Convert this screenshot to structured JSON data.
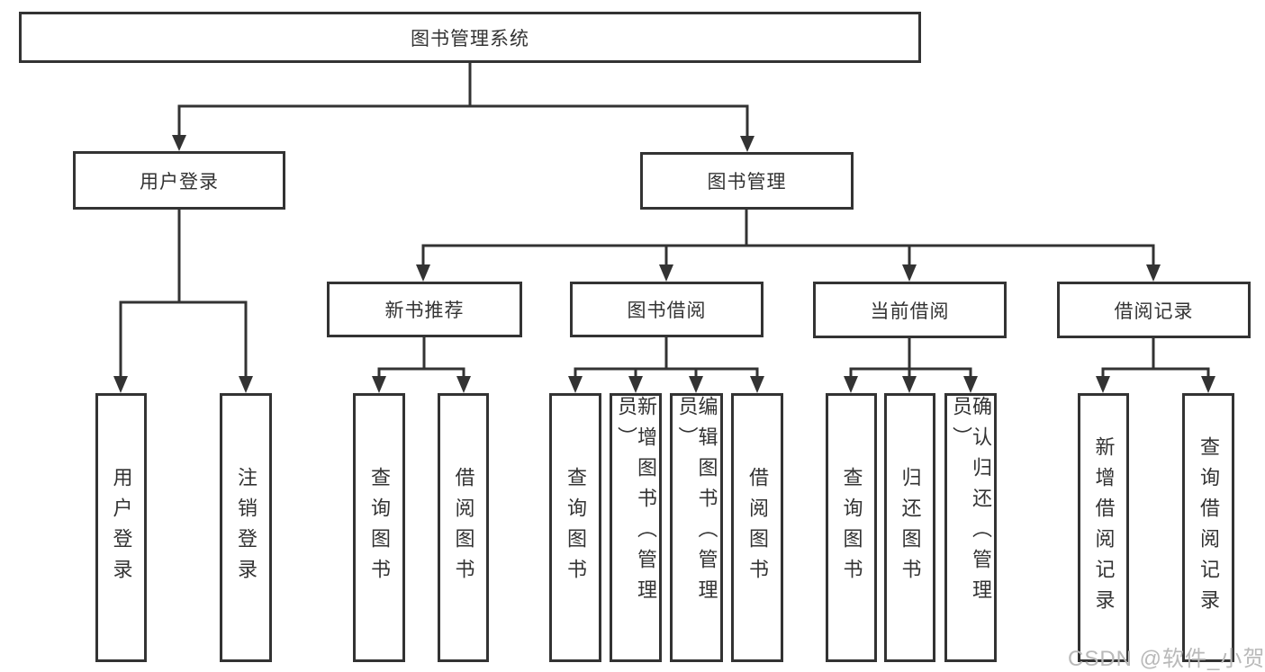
{
  "diagram": {
    "watermark": "CSDN @软件_小贺同学",
    "colors": {
      "line": "#333333",
      "box_border": "#333333",
      "text": "#333333",
      "watermark": "#b9b9b9",
      "background": "#ffffff"
    },
    "nodes": {
      "root": {
        "label": "图书管理系统"
      },
      "user_login": {
        "label": "用户登录"
      },
      "book_mgmt": {
        "label": "图书管理"
      },
      "new_books": {
        "label": "新书推荐"
      },
      "book_borrow": {
        "label": "图书借阅"
      },
      "current_borrow": {
        "label": "当前借阅"
      },
      "borrow_records": {
        "label": "借阅记录"
      },
      "leaf_user_login": {
        "label": "用户登录"
      },
      "leaf_logout": {
        "label": "注销登录"
      },
      "leaf_nb_query": {
        "label": "查询图书"
      },
      "leaf_nb_borrow": {
        "label": "借阅图书"
      },
      "leaf_bb_query": {
        "label": "查询图书"
      },
      "leaf_bb_add": {
        "label": "新增图书（管理员）"
      },
      "leaf_bb_edit": {
        "label": "编辑图书（管理员）"
      },
      "leaf_bb_borrow": {
        "label": "借阅图书"
      },
      "leaf_cb_query": {
        "label": "查询图书"
      },
      "leaf_cb_return": {
        "label": "归还图书"
      },
      "leaf_cb_confirm": {
        "label": "确认归还（管理员）"
      },
      "leaf_br_add": {
        "label": "新增借阅记录"
      },
      "leaf_br_query": {
        "label": "查询借阅记录"
      }
    },
    "hierarchy_note": "图书管理系统 → 用户登录(用户登录/注销登录), 图书管理 → 新书推荐(查询图书/借阅图书), 图书借阅(查询图书/新增图书(管理员)/编辑图书(管理员)/借阅图书), 当前借阅(查询图书/归还图书/确认归还(管理员)), 借阅记录(新增借阅记录/查询借阅记录)"
  }
}
